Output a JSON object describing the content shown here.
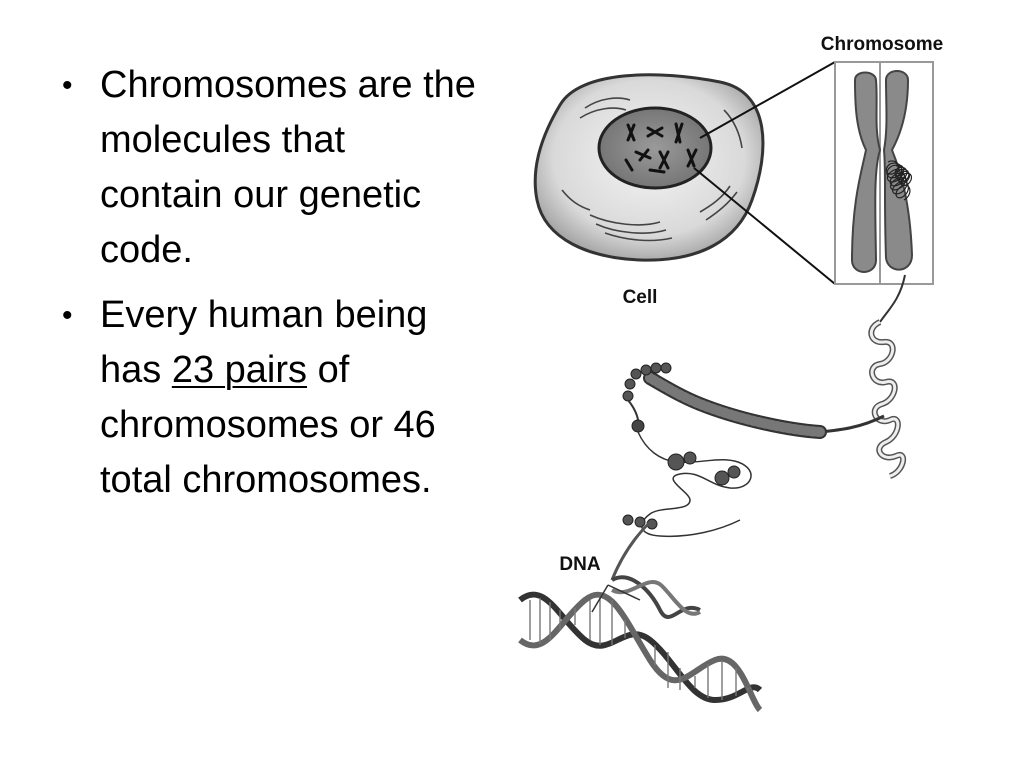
{
  "slide": {
    "bullets": [
      {
        "text": "Chromosomes are the molecules that contain our genetic code."
      },
      {
        "text_before": "Every human being has ",
        "underlined": "23 pairs",
        "text_after": " of chromosomes or 46 total chromosomes."
      }
    ]
  },
  "figure": {
    "label_chromosome": "Chromosome",
    "label_cell": "Cell",
    "label_dna": "DNA"
  }
}
